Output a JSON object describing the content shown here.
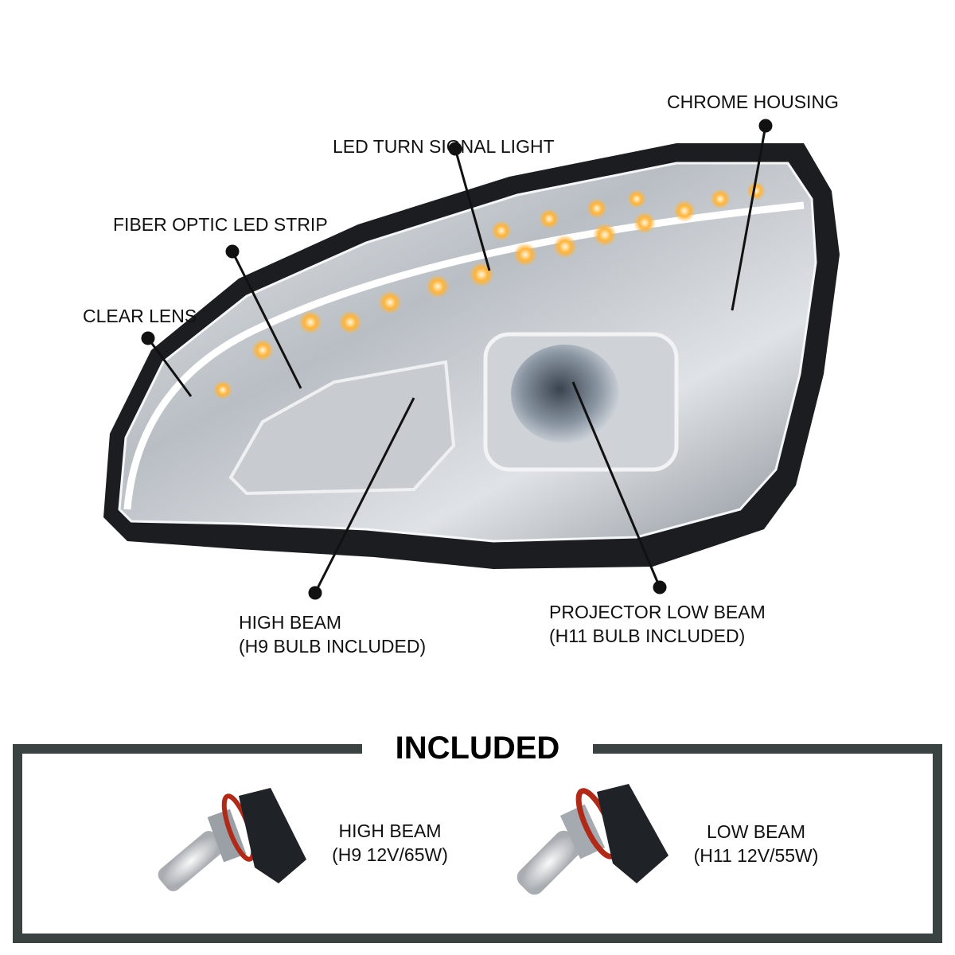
{
  "callouts": {
    "chrome_housing": "CHROME HOUSING",
    "led_turn_signal": "LED TURN SIGNAL LIGHT",
    "fiber_optic": "FIBER OPTIC LED STRIP",
    "clear_lens": "CLEAR LENS",
    "high_beam_1": "HIGH BEAM",
    "high_beam_2": "(H9 BULB INCLUDED)",
    "low_beam_1": "PROJECTOR LOW BEAM",
    "low_beam_2": "(H11 BULB INCLUDED)"
  },
  "included": {
    "title": "INCLUDED",
    "items": [
      {
        "line1": "HIGH BEAM",
        "line2": "(H9 12V/65W)"
      },
      {
        "line1": "LOW BEAM",
        "line2": "(H11 12V/55W)"
      }
    ]
  },
  "colors": {
    "frame": "#3b4242",
    "led_amber": "#ffb43a",
    "bulb_ring": "#b02a1a"
  }
}
